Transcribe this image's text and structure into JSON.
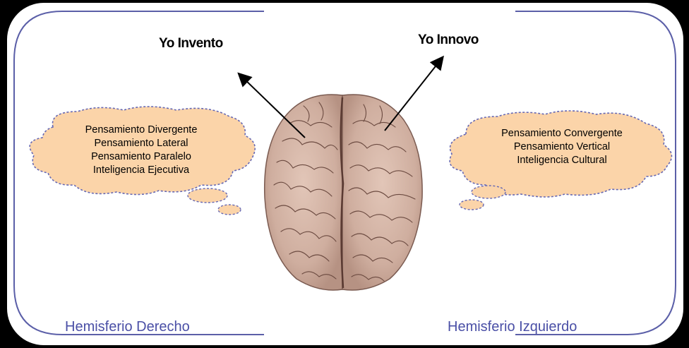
{
  "labels": {
    "left_arrow": "Yo Invento",
    "right_arrow": "Yo Innovo"
  },
  "left_cloud": {
    "lines": [
      "Pensamiento Divergente",
      "Pensamiento Lateral",
      "Pensamiento Paralelo",
      "Inteligencia Ejecutiva"
    ]
  },
  "right_cloud": {
    "lines": [
      "Pensamiento Convergente",
      "Pensamiento Vertical",
      "Inteligencia Cultural"
    ]
  },
  "hemispheres": {
    "left": "Hemisferio Derecho",
    "right": "Hemisferio Izquierdo"
  },
  "colors": {
    "background": "#ffffff",
    "outer": "#000000",
    "frame_stroke": "#5b5fa8",
    "cloud_fill": "#fbd4a9",
    "cloud_stroke": "#6668b3",
    "label_text": "#4a4fa6",
    "brain_fill": "#d2b2a3",
    "brain_line": "#6b4a40"
  }
}
